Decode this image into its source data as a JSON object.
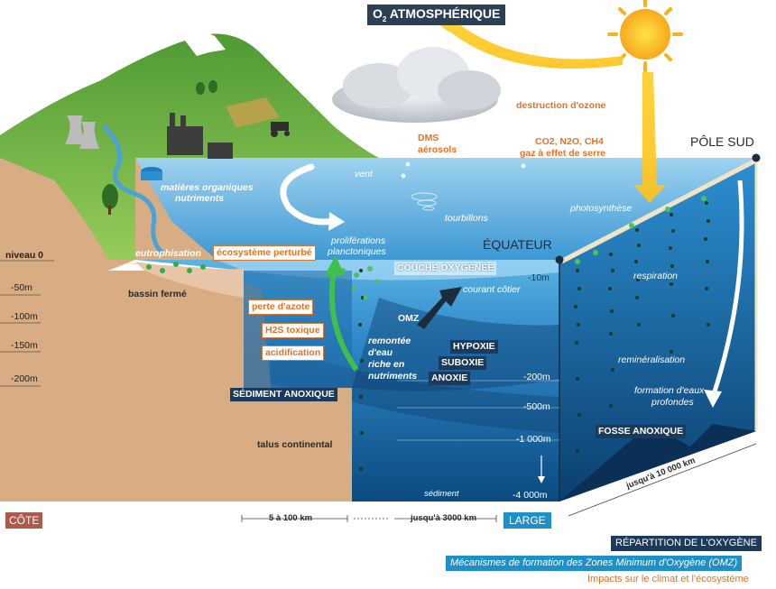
{
  "diagram": {
    "atmosphere": {
      "o2_prefix": "O",
      "o2_sub": "2",
      "o2_suffix": " ATMOSPHÉRIQUE"
    },
    "atmos_labels": {
      "dms": "DMS",
      "aerosols": "aérosols",
      "ozone": "destruction d'ozone",
      "greenhouse_line1": "CO2, N2O, CH4",
      "greenhouse_line2": "gaz à effet de serre"
    },
    "regions": {
      "pole": "PÔLE SUD",
      "equator": "ÉQUATEUR",
      "coast": "CÔTE",
      "open_sea": "LARGE"
    },
    "processes": {
      "organic": "matières organiques",
      "nutrients": "nutriments",
      "wind": "vent",
      "eddies": "tourbillons",
      "photosynthesis": "photosynthèse",
      "respiration": "respiration",
      "remineralization": "reminéralisation",
      "deep_water_1": "formation d'eaux",
      "deep_water_2": "profondes",
      "eutrophication": "eutrophisation",
      "bloom_1": "proliférations",
      "bloom_2": "planctoniques",
      "coastal_current": "courant côtier",
      "upwelling_1": "remontée",
      "upwelling_2": "d'eau",
      "upwelling_3": "riche en",
      "upwelling_4": "nutriments",
      "closed_basin": "bassin fermé",
      "shelf_slope": "talus continental",
      "sediment": "sédiment"
    },
    "impacts": {
      "disturbed": "écosystème perturbé",
      "nitrogen_loss": "perte d'azote",
      "h2s": "H2S toxique",
      "acidification": "acidification"
    },
    "zones": {
      "oxygenated": "COUCHE OXYGÉNÉE",
      "omz": "OMZ",
      "hypoxia": "HYPOXIE",
      "suboxia": "SUBOXIE",
      "anoxia": "ANOXIE",
      "anoxic_sediment": "SÉDIMENT ANOXIQUE",
      "anoxic_trench": "FOSSE ANOXIQUE"
    },
    "depths_left": [
      "niveau 0",
      "-50m",
      "-100m",
      "-150m",
      "-200m"
    ],
    "depths_right": [
      "-10m",
      "-200m",
      "-500m",
      "-1 000m",
      "-4 000m"
    ],
    "distances": {
      "near": "5 à 100 km",
      "far": "jusqu'à 3000 km",
      "width": "jusqu'à 10 000 km"
    },
    "legend": {
      "oxygen": "RÉPARTITION DE L'OXYGÈNE",
      "mechanisms": "Mécanismes de formation des Zones Minimum d'Oxygène (OMZ)",
      "impacts": "Impacts sur le climat et l'écosystème"
    },
    "colors": {
      "ocean_surface": "#4aa3d8",
      "ocean_deep": "#0d4f87",
      "land": "#d9ad84",
      "hill": "#7cbf4a",
      "navy_label": "#1b3a5c",
      "impact_orange": "#e2732a",
      "coast_label": "#b0584a",
      "open_label": "#1f8fc7"
    }
  }
}
